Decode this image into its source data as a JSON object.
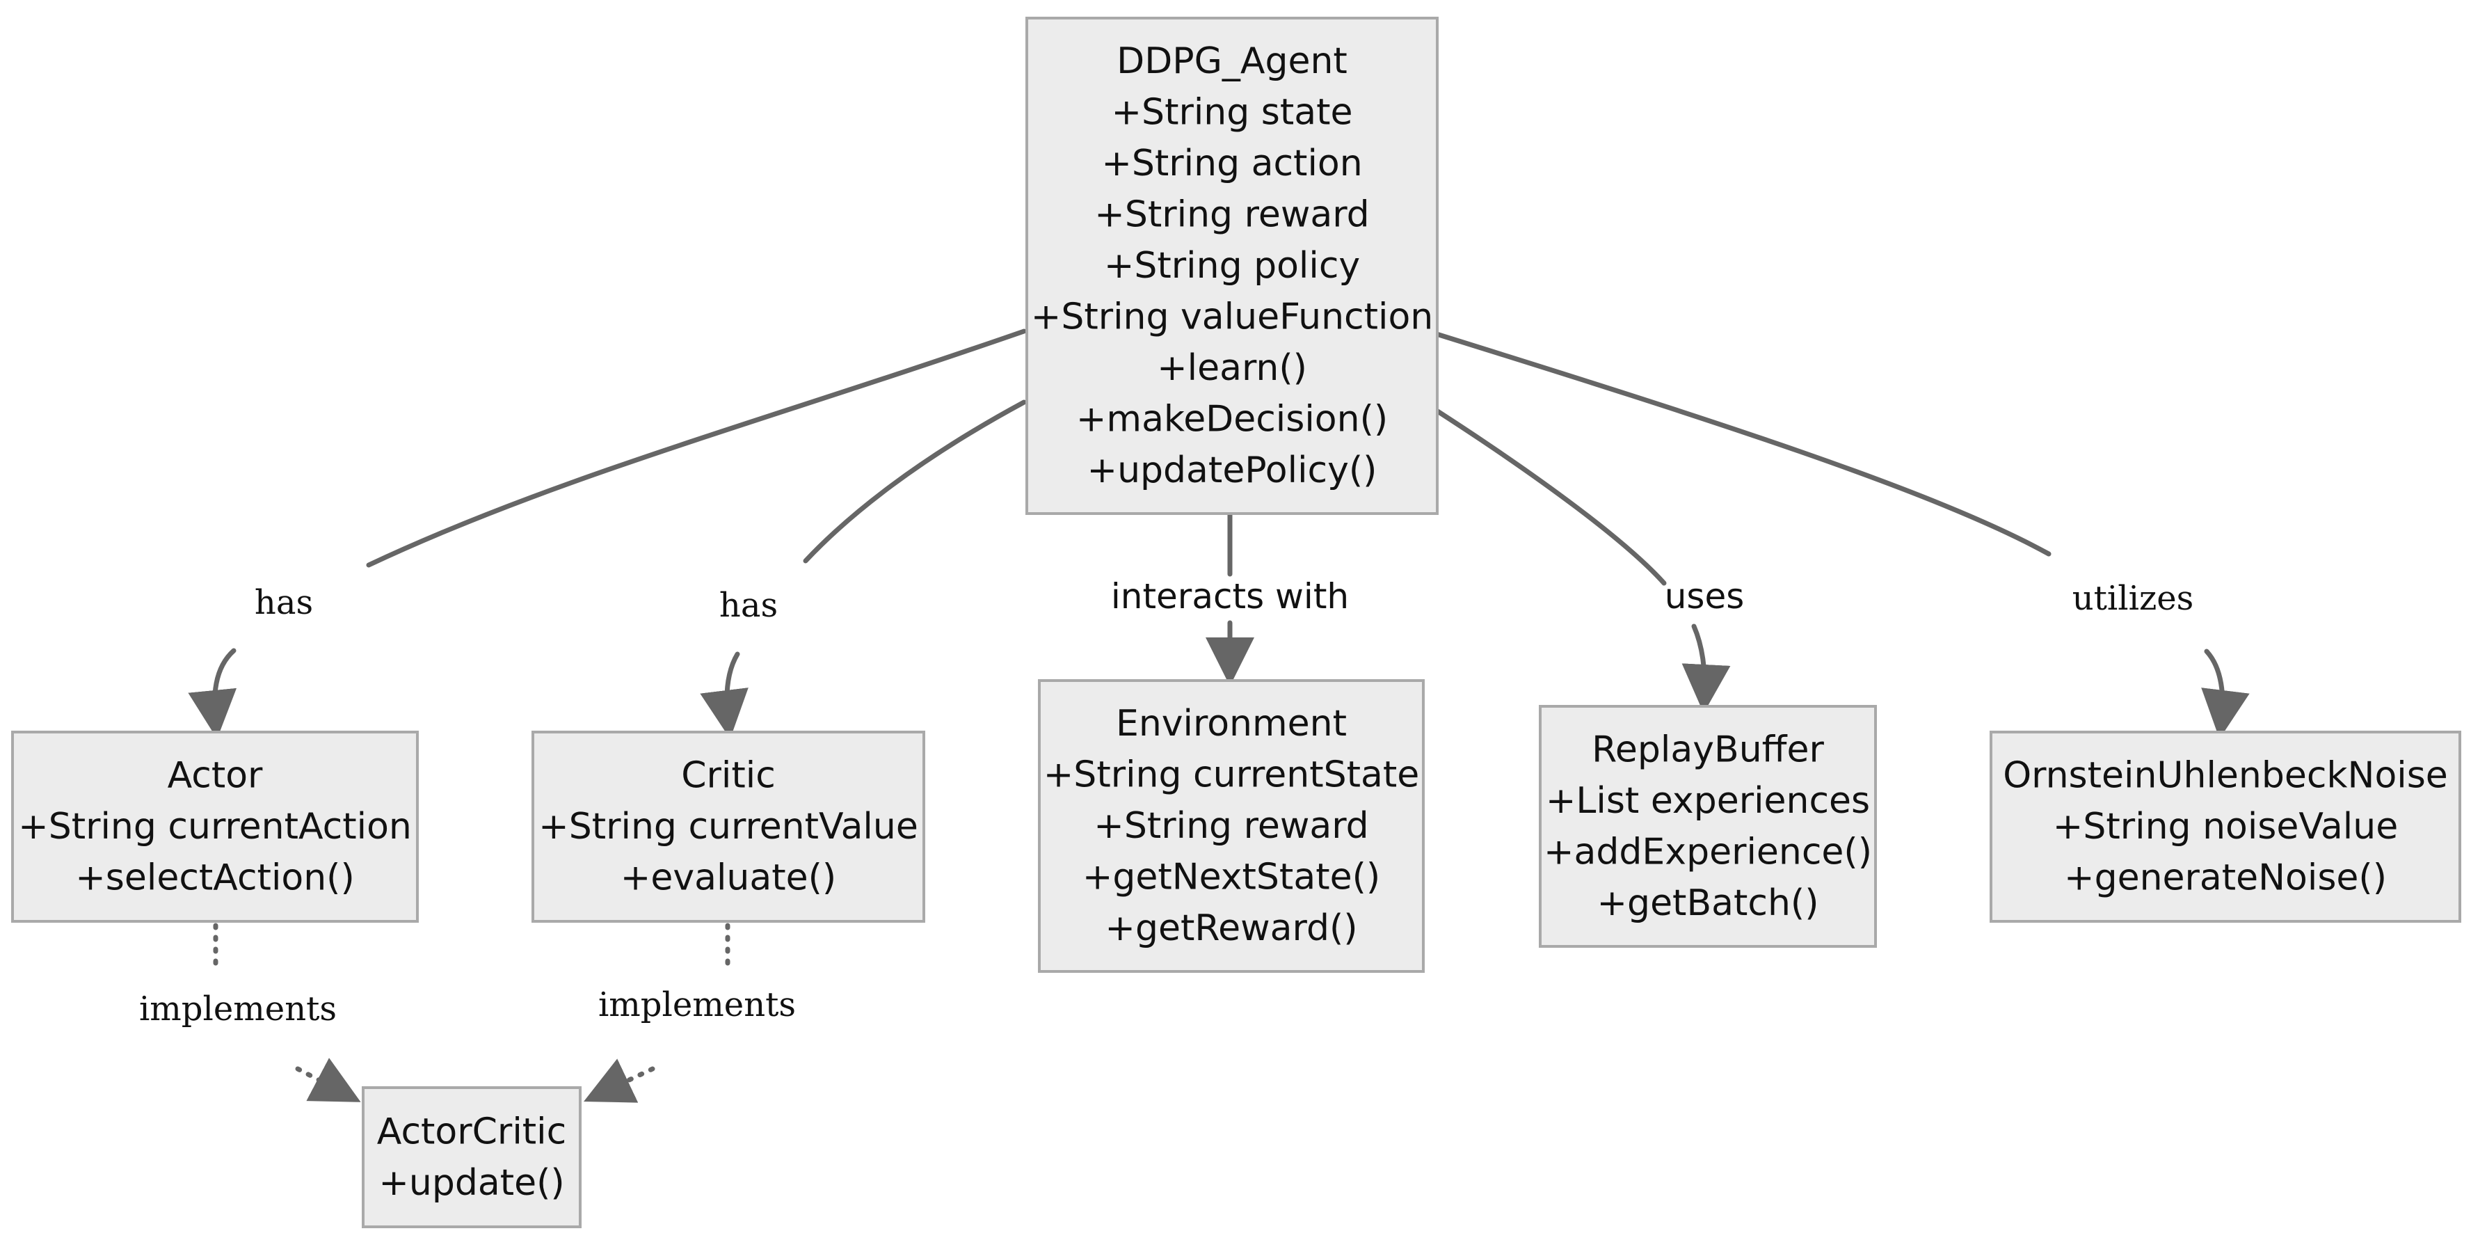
{
  "classes": [
    {
      "id": "ddpg_agent",
      "name": "DDPG_Agent",
      "attributes": [
        "+String state",
        "+String action",
        "+String reward",
        "+String policy",
        "+String valueFunction"
      ],
      "methods": [
        "+learn()",
        "+makeDecision()",
        "+updatePolicy()"
      ]
    },
    {
      "id": "actor",
      "name": "Actor",
      "attributes": [
        "+String currentAction"
      ],
      "methods": [
        "+selectAction()"
      ]
    },
    {
      "id": "critic",
      "name": "Critic",
      "attributes": [
        "+String currentValue"
      ],
      "methods": [
        "+evaluate()"
      ]
    },
    {
      "id": "environment",
      "name": "Environment",
      "attributes": [
        "+String currentState",
        "+String reward"
      ],
      "methods": [
        "+getNextState()",
        "+getReward()"
      ]
    },
    {
      "id": "replay_buffer",
      "name": "ReplayBuffer",
      "attributes": [
        "+List experiences"
      ],
      "methods": [
        "+addExperience()",
        "+getBatch()"
      ]
    },
    {
      "id": "ou_noise",
      "name": "OrnsteinUhlenbeckNoise",
      "attributes": [
        "+String noiseValue"
      ],
      "methods": [
        "+generateNoise()"
      ]
    },
    {
      "id": "actor_critic",
      "name": "ActorCritic",
      "attributes": [],
      "methods": [
        "+update()"
      ]
    }
  ],
  "relationships": [
    {
      "id": "agent-actor",
      "from": "DDPG_Agent",
      "to": "Actor",
      "label": "has",
      "style": "solid"
    },
    {
      "id": "agent-critic",
      "from": "DDPG_Agent",
      "to": "Critic",
      "label": "has",
      "style": "solid"
    },
    {
      "id": "agent-environment",
      "from": "DDPG_Agent",
      "to": "Environment",
      "label": "interacts with",
      "style": "solid"
    },
    {
      "id": "agent-replaybuffer",
      "from": "DDPG_Agent",
      "to": "ReplayBuffer",
      "label": "uses",
      "style": "solid"
    },
    {
      "id": "agent-noise",
      "from": "DDPG_Agent",
      "to": "OrnsteinUhlenbeckNoise",
      "label": "utilizes",
      "style": "solid"
    },
    {
      "id": "actor-actorcritic",
      "from": "Actor",
      "to": "ActorCritic",
      "label": "implements",
      "style": "dotted"
    },
    {
      "id": "critic-actorcritic",
      "from": "Critic",
      "to": "ActorCritic",
      "label": "implements",
      "style": "dotted"
    }
  ],
  "colors": {
    "box_fill": "#ececec",
    "box_stroke": "#a9a9a9",
    "edge": "#666666",
    "text": "#111111"
  }
}
